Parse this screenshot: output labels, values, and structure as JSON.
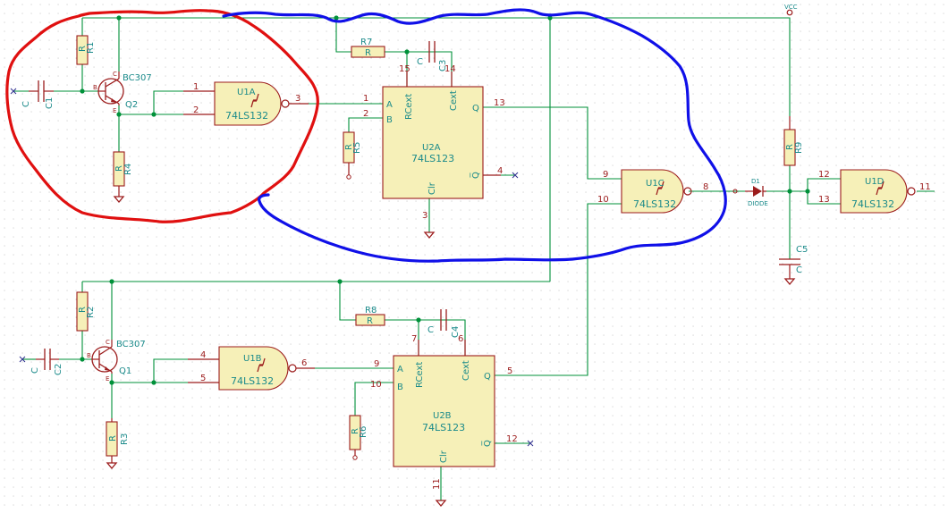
{
  "labels": {
    "vcc": "VCC",
    "r1_ref": "R1",
    "r1_val": "R",
    "r2_ref": "R2",
    "r2_val": "R",
    "r3_ref": "R3",
    "r3_val": "R",
    "r4_ref": "R4",
    "r4_val": "R",
    "r5_ref": "R5",
    "r5_val": "R",
    "r6_ref": "R6",
    "r6_val": "R",
    "r7_ref": "R7",
    "r7_val": "R",
    "r8_ref": "R8",
    "r8_val": "R",
    "r9_ref": "R9",
    "r9_val": "R",
    "c1_ref": "C1",
    "c1_val": "C",
    "c2_ref": "C2",
    "c2_val": "C",
    "c3_ref": "C3",
    "c3_val": "C",
    "c4_ref": "C4",
    "c4_val": "C",
    "c5_ref": "C5",
    "c5_val": "C",
    "q1_ref": "Q1",
    "q1_val": "BC307",
    "q2_ref": "Q2",
    "q2_val": "BC307",
    "d1_ref": "D1",
    "d1_val": "DIODE",
    "u1a_ref": "U1A",
    "u1b_ref": "U1B",
    "u1c_ref": "U1C",
    "u1d_ref": "U1D",
    "u1_val": "74LS132",
    "u2a_ref": "U2A",
    "u2b_ref": "U2B",
    "u2_val": "74LS123",
    "pin_rcext": "RCext",
    "pin_cext": "Cext",
    "pin_a": "A",
    "pin_b": "B",
    "pin_q": "Q",
    "pin_qbar": "Q̅",
    "pin_clr": "Clr",
    "pin_b_tr": "B",
    "pin_c_tr": "C",
    "pin_e_tr": "E"
  },
  "pins": {
    "u1a_1": "1",
    "u1a_2": "2",
    "u1a_3": "3",
    "u1b_4": "4",
    "u1b_5": "5",
    "u1b_6": "6",
    "u1c_9": "9",
    "u1c_10": "10",
    "u1c_8": "8",
    "u1d_12": "12",
    "u1d_13": "13",
    "u1d_11": "11",
    "u2a_1": "1",
    "u2a_2": "2",
    "u2a_15": "15",
    "u2a_14": "14",
    "u2a_13": "13",
    "u2a_4": "4",
    "u2a_3": "3",
    "u2b_9": "9",
    "u2b_10": "10",
    "u2b_7": "7",
    "u2b_6": "6",
    "u2b_5": "5",
    "u2b_12": "12",
    "u2b_11": "11"
  },
  "colors": {
    "wire": "#00913a",
    "part": "#9c1c1c",
    "text": "#1a8a8a",
    "red_outline": "#e01010",
    "blue_outline": "#1010e8"
  }
}
